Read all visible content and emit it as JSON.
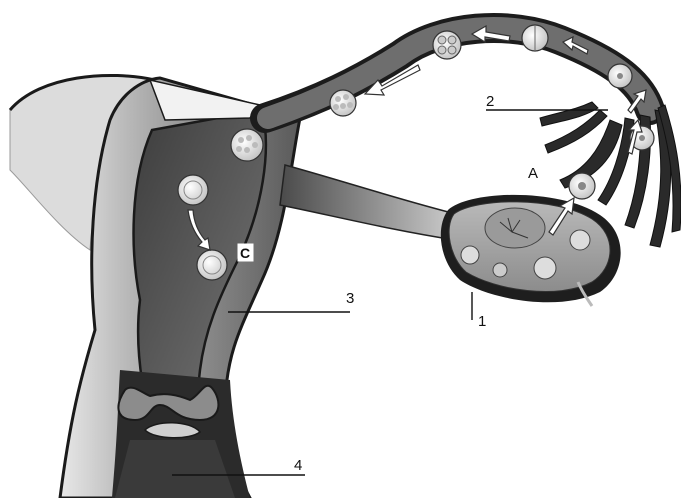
{
  "diagram": {
    "labels": {
      "one": "1",
      "two": "2",
      "three": "3",
      "four": "4",
      "a": "A",
      "c": "C"
    },
    "colors": {
      "dark": "#1c1c1c",
      "wall": "#8f8f8f",
      "cavity": "#5c5c5c",
      "light": "#d9d9d9",
      "background": "#ffffff"
    },
    "icons": [
      "arrow-icon",
      "embryo-icon",
      "ovary-icon",
      "fimbriae-icon"
    ]
  }
}
